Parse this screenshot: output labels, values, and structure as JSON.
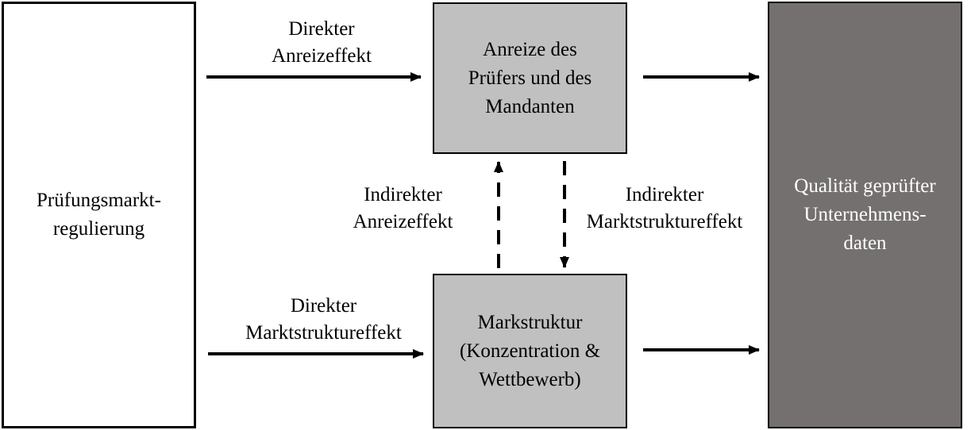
{
  "boxes": {
    "regulation": "Prüfungsmarkt-\nregulierung",
    "incentives": "Anreize des\nPrüfers und des\nMandanten",
    "market_structure": "Markstruktur\n(Konzentration &\nWettbewerb)",
    "quality": "Qualität geprüfter\nUnternehmens-\ndaten"
  },
  "labels": {
    "direct_incentive": "Direkter\nAnreizeffekt",
    "direct_market": "Direkter\nMarktstruktureffekt",
    "indirect_incentive": "Indirekter\nAnreizeffekt",
    "indirect_market": "Indirekter\nMarktstruktureffekt"
  },
  "colors": {
    "box_grey": "#c0c0c0",
    "box_dark": "#757070",
    "arrow": "#000000"
  }
}
